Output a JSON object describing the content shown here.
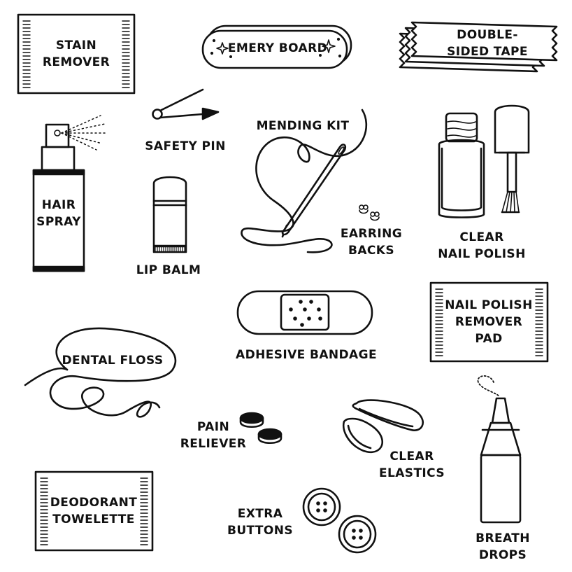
{
  "items": {
    "stain_remover": [
      "STAIN",
      "REMOVER"
    ],
    "emery_board": "EMERY BOARD",
    "double_sided_tape": [
      "DOUBLE-",
      "SIDED TAPE"
    ],
    "safety_pin": "SAFETY PIN",
    "mending_kit": "MENDING KIT",
    "hair_spray": [
      "HAIR",
      "SPRAY"
    ],
    "lip_balm": "LIP BALM",
    "earring_backs": [
      "EARRING",
      "BACKS"
    ],
    "clear_nail_polish": [
      "CLEAR",
      "NAIL POLISH"
    ],
    "nail_polish_remover_pad": [
      "NAIL POLISH",
      "REMOVER",
      "PAD"
    ],
    "adhesive_bandage": "ADHESIVE BANDAGE",
    "dental_floss": "DENTAL FLOSS",
    "pain_reliever": [
      "PAIN",
      "RELIEVER"
    ],
    "clear_elastics": [
      "CLEAR",
      "ELASTICS"
    ],
    "deodorant_towelette": [
      "DEODORANT",
      "TOWELETTE"
    ],
    "extra_buttons": [
      "EXTRA",
      "BUTTONS"
    ],
    "breath_drops": [
      "BREATH",
      "DROPS"
    ]
  },
  "colors": {
    "ink": "#111111",
    "background": "#ffffff"
  },
  "icons": [
    "stain-remover-packet-icon",
    "emery-board-icon",
    "double-sided-tape-icon",
    "safety-pin-icon",
    "mending-kit-needle-icon",
    "hair-spray-bottle-icon",
    "lip-balm-icon",
    "earring-backs-icon",
    "nail-polish-bottle-icon",
    "nail-polish-brush-icon",
    "nail-polish-remover-pad-icon",
    "adhesive-bandage-icon",
    "dental-floss-icon",
    "pain-reliever-pills-icon",
    "clear-elastics-icon",
    "deodorant-towelette-icon",
    "extra-buttons-icon",
    "breath-drops-bottle-icon"
  ]
}
